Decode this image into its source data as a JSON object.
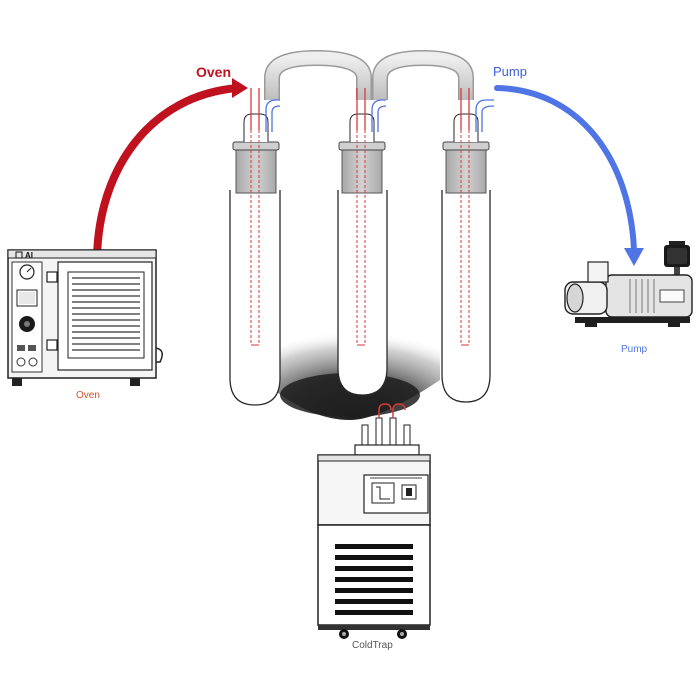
{
  "labels": {
    "oven_arrow": "Oven",
    "pump_arrow": "Pump",
    "oven_device": "Oven",
    "pump_device": "Pump",
    "coldtrap_device": "ColdTrap",
    "oven_brand": "AI"
  },
  "colors": {
    "oven_arrow": "#c0111f",
    "pump_arrow": "#4f74e6",
    "oven_label": "#c0111f",
    "pump_label": "#3b5fd8",
    "device_label": "#d2552a",
    "pump_device_label": "#4f74e6",
    "coldtrap_label": "#555555",
    "inlet_tube": "#d83a3a",
    "outlet_tube": "#4f74e6",
    "glass_outline": "#2a2a2a",
    "clamp": "#bfbfbf",
    "hose": "#d8d8d8"
  },
  "icons": {
    "oven": "vacuum-oven-icon",
    "pump": "vacuum-pump-icon",
    "coldtrap": "cold-trap-unit-icon",
    "gauge": "pressure-gauge-icon"
  }
}
